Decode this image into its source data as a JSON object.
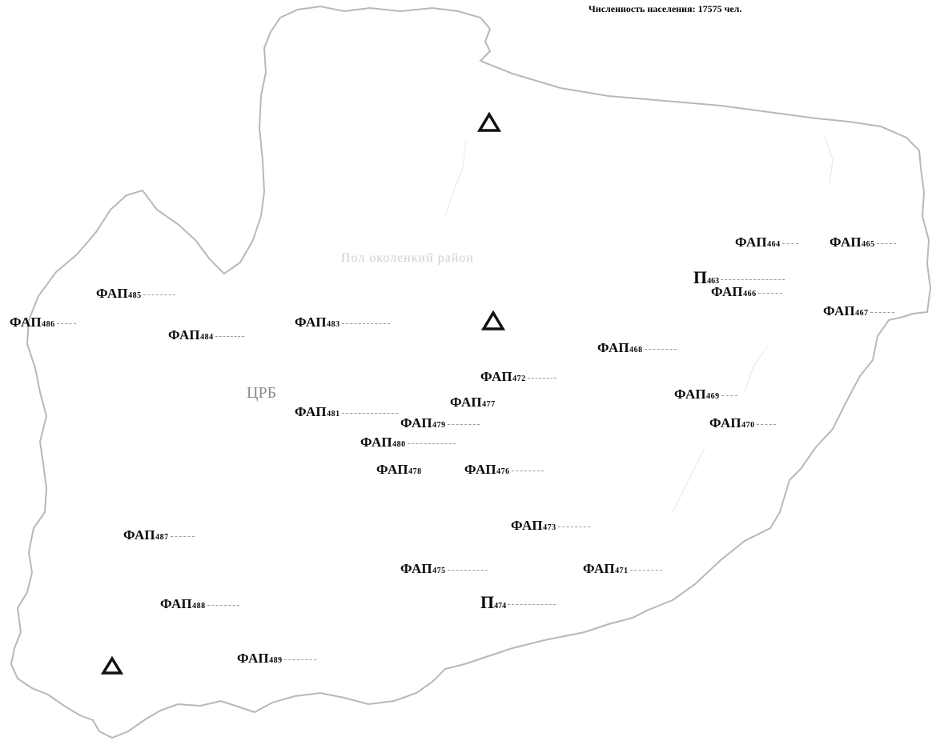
{
  "population": "Численность населения: 17575 чел.",
  "district_name": "Пол околенкий район",
  "hospital": "ЦРБ",
  "facilities": [
    {
      "prefix": "ФАП",
      "num": "464"
    },
    {
      "prefix": "ФАП",
      "num": "465"
    },
    {
      "prefix": "П",
      "num": "463"
    },
    {
      "prefix": "ФАП",
      "num": "466"
    },
    {
      "prefix": "ФАП",
      "num": "467"
    },
    {
      "prefix": "ФАП",
      "num": "485"
    },
    {
      "prefix": "ФАП",
      "num": "486"
    },
    {
      "prefix": "ФАП",
      "num": "484"
    },
    {
      "prefix": "ФАП",
      "num": "483"
    },
    {
      "prefix": "ФАП",
      "num": "468"
    },
    {
      "prefix": "ФАП",
      "num": "472"
    },
    {
      "prefix": "ФАП",
      "num": "477"
    },
    {
      "prefix": "ФАП",
      "num": "469"
    },
    {
      "prefix": "ФАП",
      "num": "481"
    },
    {
      "prefix": "ФАП",
      "num": "479"
    },
    {
      "prefix": "ФАП",
      "num": "470"
    },
    {
      "prefix": "ФАП",
      "num": "480"
    },
    {
      "prefix": "ФАП",
      "num": "478"
    },
    {
      "prefix": "ФАП",
      "num": "476"
    },
    {
      "prefix": "ФАП",
      "num": "473"
    },
    {
      "prefix": "ФАП",
      "num": "487"
    },
    {
      "prefix": "ФАП",
      "num": "475"
    },
    {
      "prefix": "ФАП",
      "num": "471"
    },
    {
      "prefix": "ФАП",
      "num": "488"
    },
    {
      "prefix": "П",
      "num": "474"
    },
    {
      "prefix": "ФАП",
      "num": "489"
    }
  ],
  "markers": [
    {
      "icon": "triangle-icon"
    },
    {
      "icon": "triangle-icon"
    },
    {
      "icon": "triangle-icon"
    }
  ]
}
